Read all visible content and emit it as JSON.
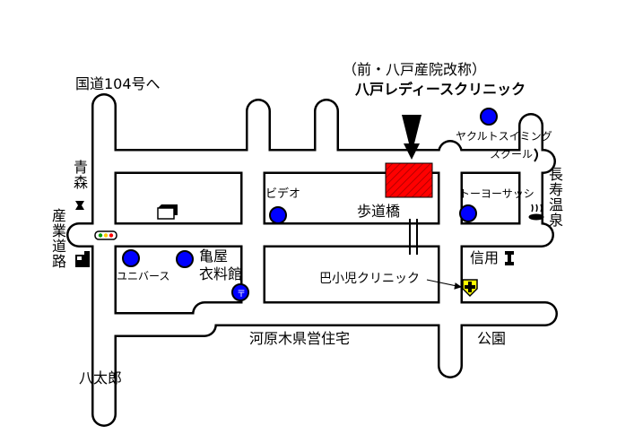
{
  "map": {
    "colors": {
      "road_outline": "#000000",
      "road_fill": "#ffffff",
      "landmark_dot": "#0000ff",
      "target_fill": "#ff0000"
    },
    "title": {
      "former_name": "（前・八戸産院改称）",
      "clinic_name": "八戸レディースクリニック"
    },
    "roads": {
      "route104": "国道104号へ",
      "aomori": "青森",
      "sangyo_road": "産業道路",
      "hachitaro": "八太郎",
      "nagasu_onsen": "長寿温泉"
    },
    "landmarks": {
      "yakult": "ヤクルトスイミング",
      "yakult_school": "スクール",
      "video": "ビデオ",
      "footbridge": "歩道橋",
      "toyo_sash": "トーヨーサッシ",
      "shinyo": "信用",
      "univers": "ユニバース",
      "kameya_1": "亀屋",
      "kameya_2": "衣料館",
      "tomoe_clinic": "巴小児クリニック",
      "kawaragi_housing": "河原木県営住宅",
      "park": "公園"
    },
    "icons": {
      "destination": "target-arrow-icon",
      "traffic_light": "traffic-light-icon",
      "gas_station": "gas-station-icon",
      "hot_spring": "hot-spring-icon",
      "credit_union": "credit-union-icon",
      "hospital": "hospital-cross-icon",
      "post_office": "post-office-icon",
      "building": "building-icon"
    }
  }
}
